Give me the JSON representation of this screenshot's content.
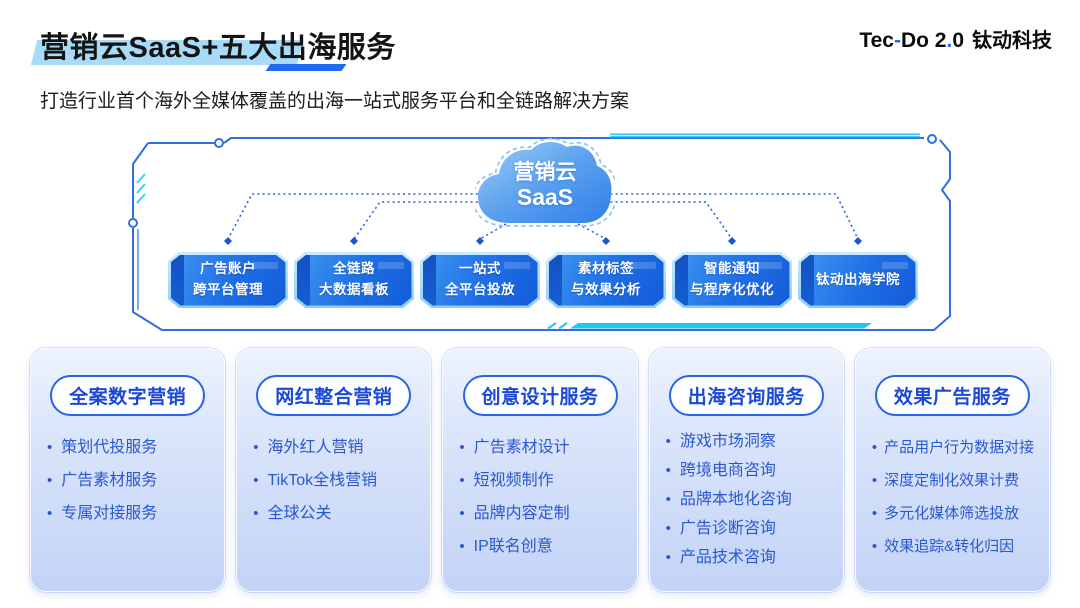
{
  "header": {
    "title": "营销云SaaS+五大出海服务",
    "subtitle": "打造行业首个海外全媒体覆盖的出海一站式服务平台和全链路解决方案",
    "logo": {
      "part1": "Tec",
      "hyphen": "-",
      "part2": "Do 2",
      "dot": ".",
      "part3": "0",
      "cn": "钛动科技"
    }
  },
  "diagram": {
    "cloud": {
      "line1": "营销云",
      "line2": "SaaS"
    },
    "modules": [
      {
        "line1": "广告账户",
        "line2": "跨平台管理"
      },
      {
        "line1": "全链路",
        "line2": "大数据看板"
      },
      {
        "line1": "一站式",
        "line2": "全平台投放"
      },
      {
        "line1": "素材标签",
        "line2": "与效果分析"
      },
      {
        "line1": "智能通知",
        "line2": "与程序化优化"
      },
      {
        "line1": "钛动出海学院",
        "line2": ""
      }
    ]
  },
  "services": [
    {
      "title": "全案数字营销",
      "items": [
        "策划代投服务",
        "广告素材服务",
        "专属对接服务"
      ]
    },
    {
      "title": "网红整合营销",
      "items": [
        "海外红人营销",
        "TikTok全栈营销",
        "全球公关"
      ]
    },
    {
      "title": "创意设计服务",
      "items": [
        "广告素材设计",
        "短视频制作",
        "品牌内容定制",
        "IP联名创意"
      ]
    },
    {
      "title": "出海咨询服务",
      "items": [
        "游戏市场洞察",
        "跨境电商咨询",
        "品牌本地化咨询",
        "广告诊断咨询",
        "产品技术咨询"
      ]
    },
    {
      "title": "效果广告服务",
      "items": [
        "产品用户行为数据对接",
        "深度定制化效果计费",
        "多元化媒体筛选投放",
        "效果追踪&转化归因"
      ]
    }
  ],
  "colors": {
    "accent_blue": "#1f6cf0",
    "cyan_accent": "#2cc8ee",
    "title_highlight": "#a7dbf8",
    "module_blue": "#1d6ee5",
    "card_text_blue": "#2a58cf",
    "cloud_gradient_start": "#9bcdf6",
    "cloud_gradient_end": "#2f7de9"
  }
}
